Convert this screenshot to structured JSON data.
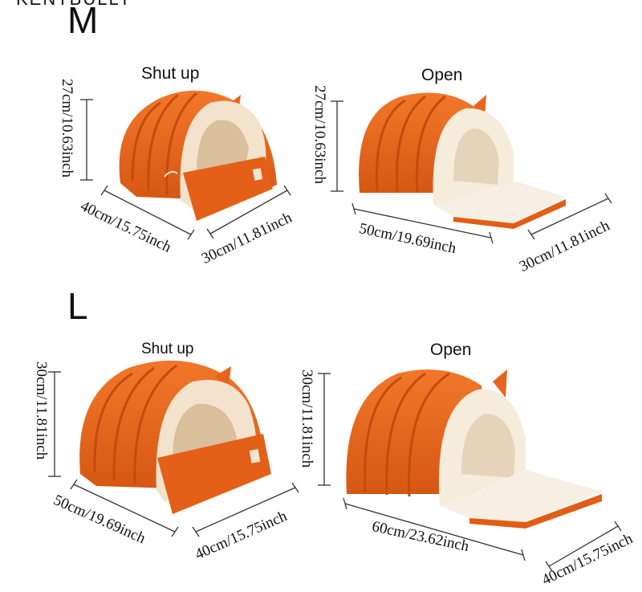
{
  "top_text": "KENTBULLY",
  "sections": {
    "m": {
      "size": "M",
      "shut": {
        "caption": "Shut up",
        "height": "27cm/10.63inch",
        "length": "40cm/15.75inch",
        "width": "30cm/11.81inch"
      },
      "open": {
        "caption": "Open",
        "height": "27cm/10.63inch",
        "length": "50cm/19.69inch",
        "width": "30cm/11.81inch"
      }
    },
    "l": {
      "size": "L",
      "shut": {
        "caption": "Shut up",
        "height": "30cm/11.81inch",
        "length": "50cm/19.69inch",
        "width": "40cm/15.75inch"
      },
      "open": {
        "caption": "Open",
        "height": "30cm/11.81inch",
        "length": "60cm/23.62inch",
        "width": "40cm/15.75inch"
      }
    }
  },
  "colors": {
    "bed_orange": "#e8641c",
    "bed_dark": "#c9500f",
    "plush_cream": "#f6ead8",
    "plush_light": "#fbf5ea",
    "line": "#333333"
  }
}
